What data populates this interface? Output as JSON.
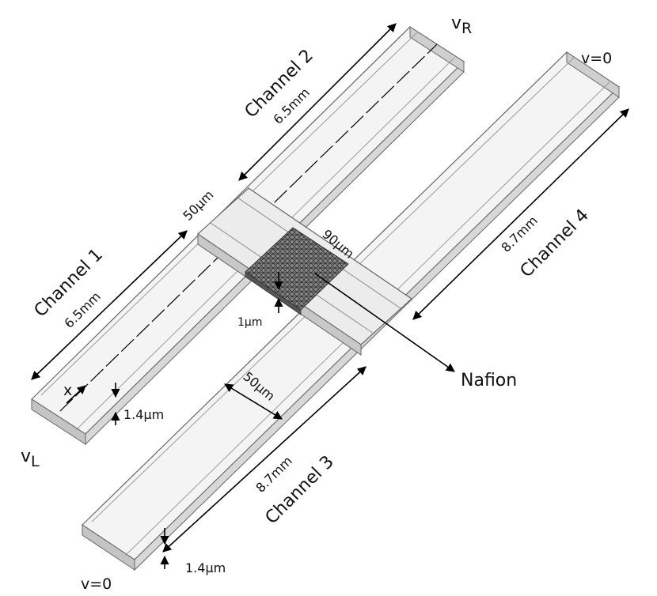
{
  "labels": {
    "vR": "v",
    "vR_sub": "R",
    "vL": "v",
    "vL_sub": "L",
    "v0_top": "v=0",
    "v0_bottom": "v=0",
    "channel1": "Channel 1",
    "channel2": "Channel 2",
    "channel3": "Channel 3",
    "channel4": "Channel 4",
    "len_ch1": "6.5mm",
    "len_ch2": "6.5mm",
    "len_ch3": "8.7mm",
    "len_ch4": "8.7mm",
    "gap_top": "50μm",
    "gap_mid": "50μm",
    "nafion_width": "90μm",
    "nafion_thickness": "1μm",
    "height_left": "1.4μm",
    "height_bottom": "1.4μm",
    "x_axis": "x",
    "nafion": "Nafion"
  },
  "colors": {
    "outline": "#555555",
    "face_light": "#f2f2f2",
    "face_dark": "#bdbdbd",
    "nafion_fill": "#6a6a6a",
    "arrow": "#000000"
  }
}
